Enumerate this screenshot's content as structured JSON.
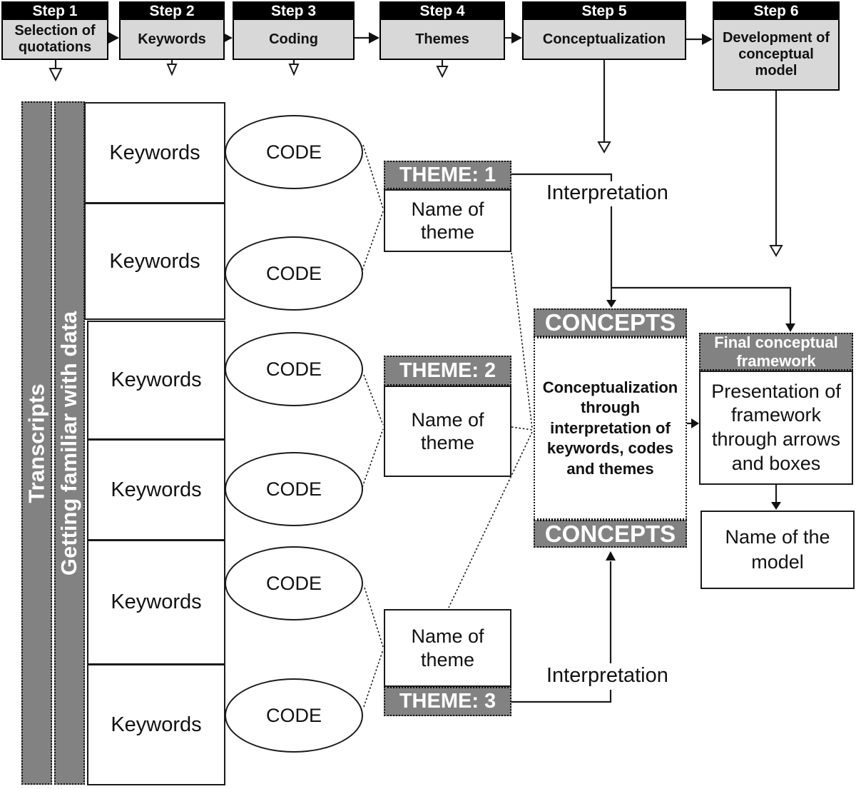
{
  "colors": {
    "dark-gray": "#828282",
    "light-gray": "#d8d8d8"
  },
  "steps": [
    {
      "header": "Step 1",
      "label": "Selection of quotations"
    },
    {
      "header": "Step 2",
      "label": "Keywords"
    },
    {
      "header": "Step 3",
      "label": "Coding"
    },
    {
      "header": "Step 4",
      "label": "Themes"
    },
    {
      "header": "Step 5",
      "label": "Conceptualization"
    },
    {
      "header": "Step 6",
      "label": "Development of conceptual model"
    }
  ],
  "left_panel": {
    "transcripts": "Transcripts",
    "familiar": "Getting familiar with data"
  },
  "keywords": [
    "Keywords",
    "Keywords",
    "Keywords",
    "Keywords",
    "Keywords",
    "Keywords"
  ],
  "codes": [
    "CODE",
    "CODE",
    "CODE",
    "CODE",
    "CODE",
    "CODE"
  ],
  "themes": [
    {
      "header": "THEME: 1",
      "name": "Name of theme"
    },
    {
      "header": "THEME: 2",
      "name": "Name of theme"
    },
    {
      "header": "THEME: 3",
      "name": "Name of theme"
    }
  ],
  "concepts": {
    "top_band": "CONCEPTS",
    "body": "Conceptualization through interpretation of keywords, codes and themes",
    "bottom_band": "CONCEPTS"
  },
  "final_framework": {
    "header": "Final conceptual framework",
    "body": "Presentation of framework through arrows and boxes"
  },
  "model": {
    "label": "Name of the model"
  },
  "annotations": {
    "interpretation_top": "Interpretation",
    "interpretation_bottom": "Interpretation"
  }
}
